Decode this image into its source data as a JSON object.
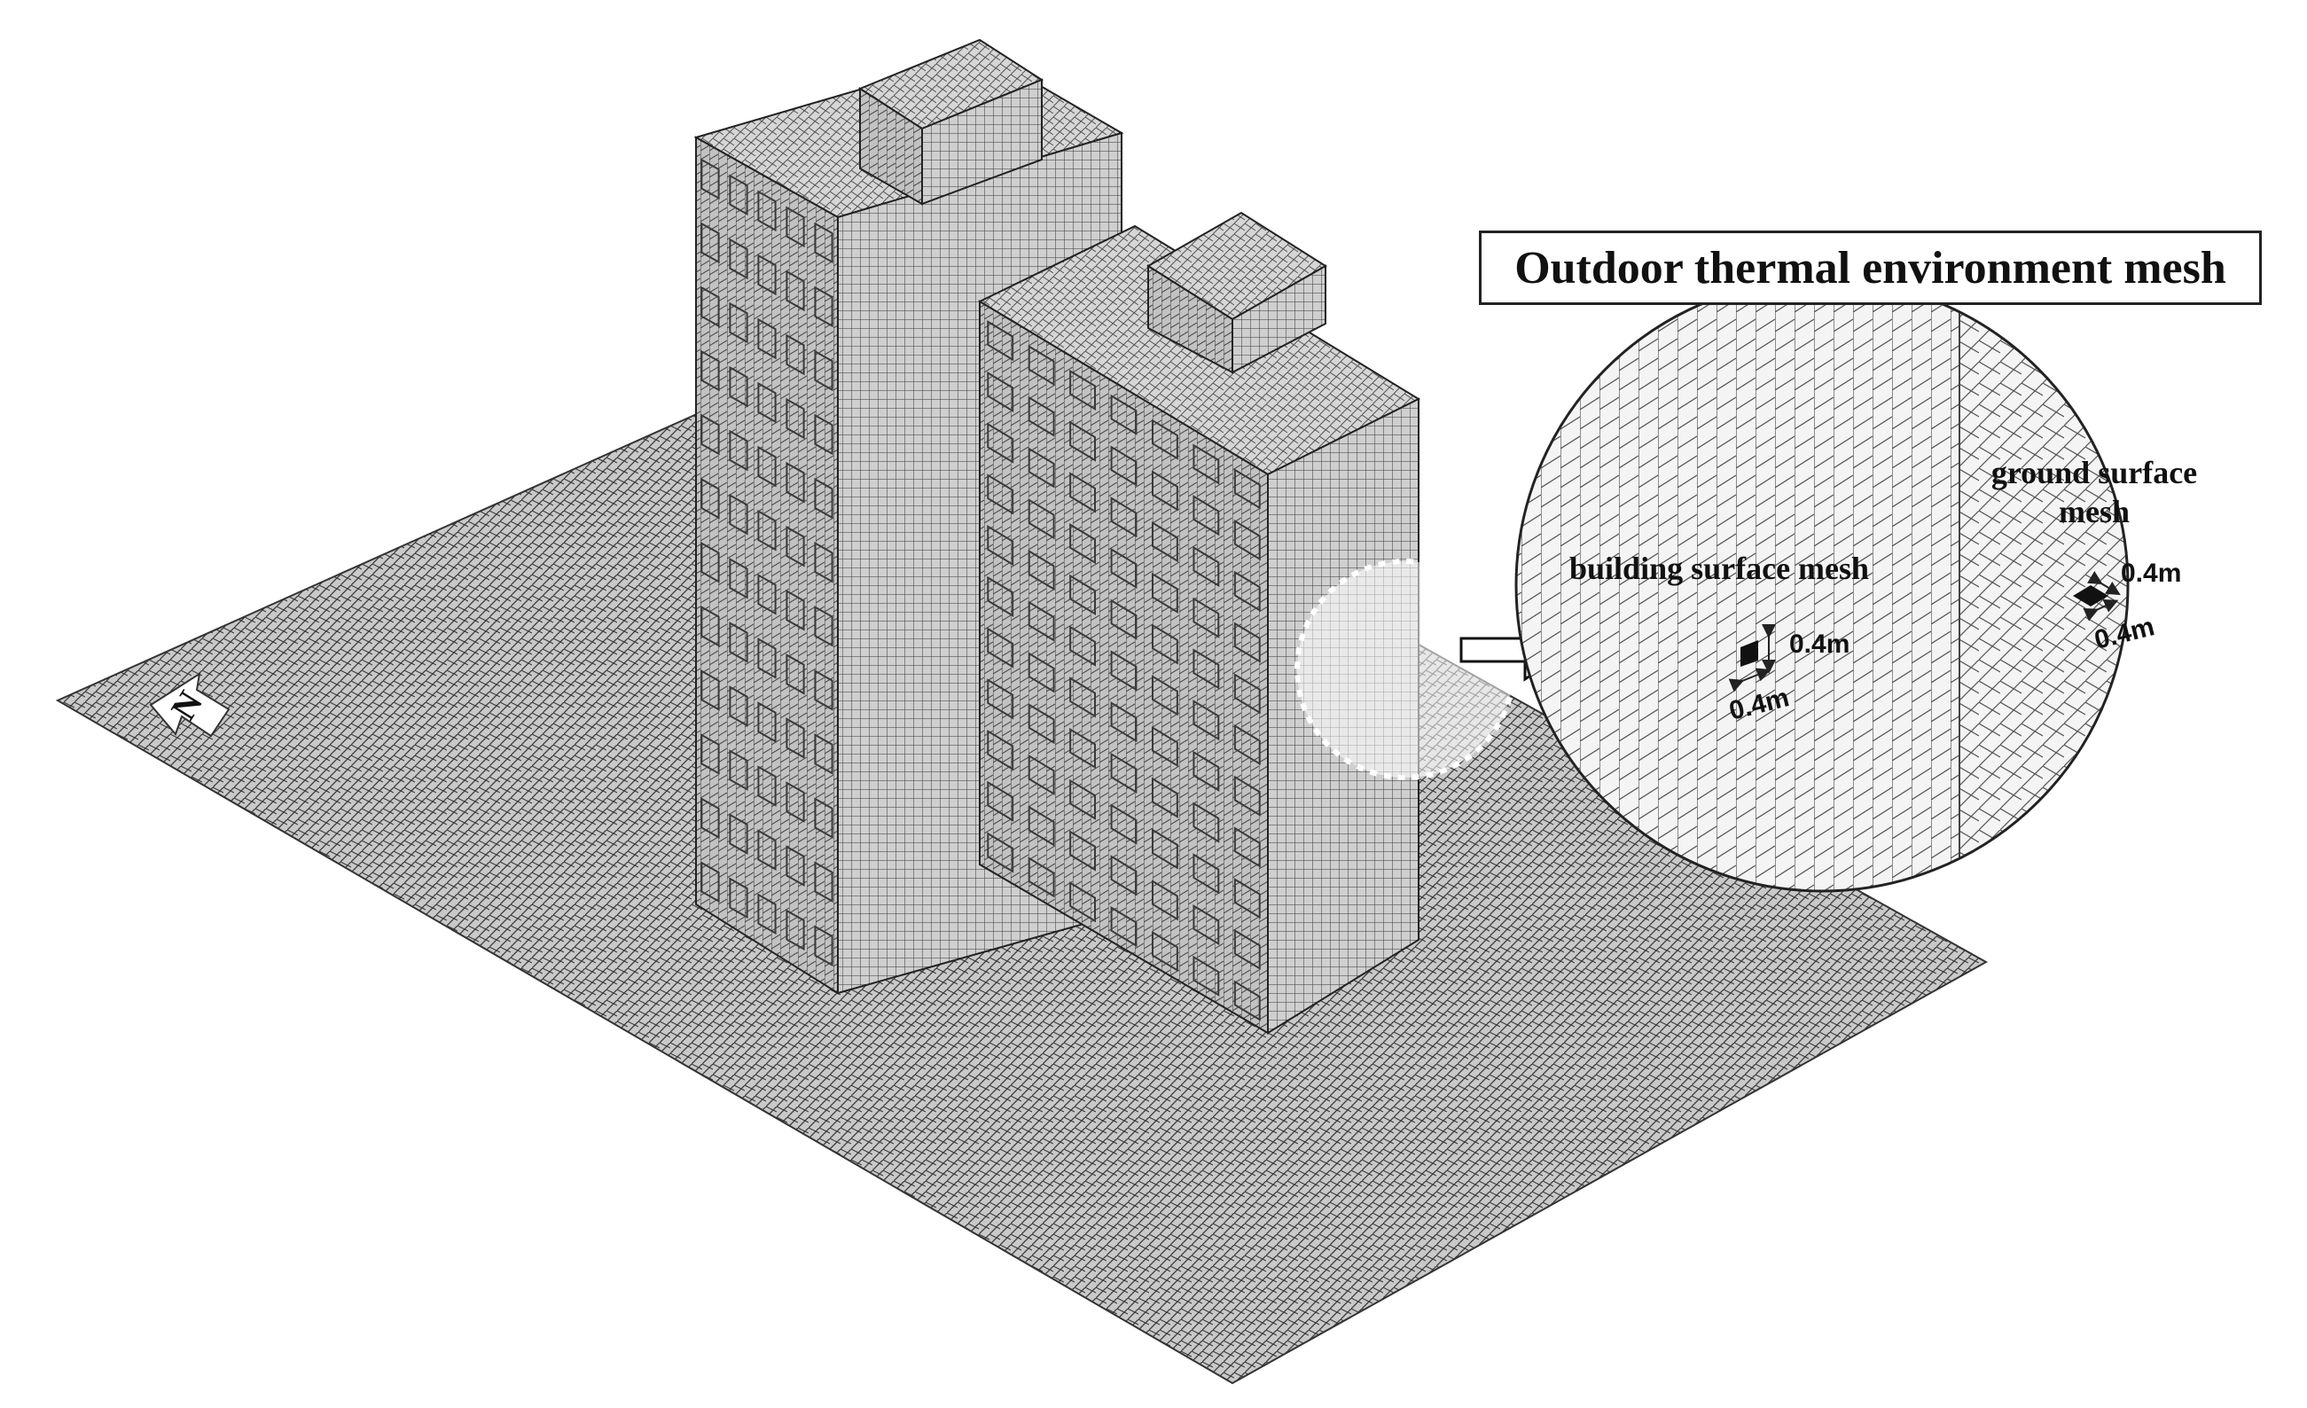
{
  "title": "Outdoor thermal environment mesh",
  "labels": {
    "building_mesh": "building surface mesh",
    "ground_mesh": "ground surface mesh"
  },
  "dimensions": {
    "building_cell_height": "0.4m",
    "building_cell_width": "0.4m",
    "ground_cell_a": "0.4m",
    "ground_cell_b": "0.4m"
  },
  "compass": {
    "letter": "N",
    "icon": "north-arrow-icon"
  },
  "colors": {
    "mesh_line": "#2a2a2a",
    "ground_fill": "#bdbdbd",
    "window": "#3a3a3a",
    "highlight_circle": "#ffffff",
    "background": "#ffffff"
  }
}
